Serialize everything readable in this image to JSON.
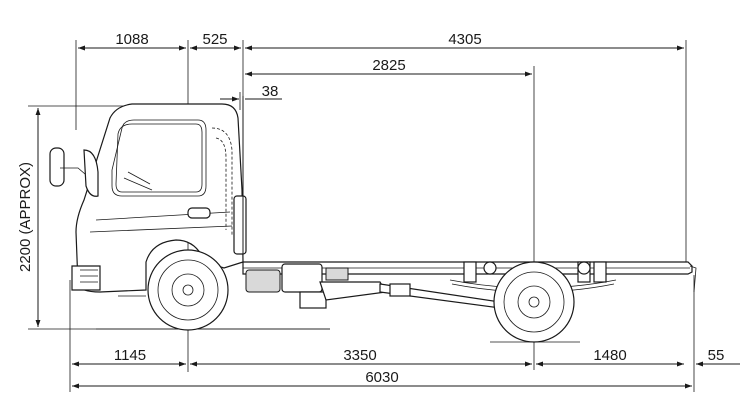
{
  "dimensions": {
    "top": [
      "1088",
      "525",
      "4305"
    ],
    "second": "2825",
    "small": "38",
    "height": "2200 (APPROX)",
    "bottom": [
      "1145",
      "3350",
      "1480",
      "55"
    ],
    "overall": "6030"
  }
}
